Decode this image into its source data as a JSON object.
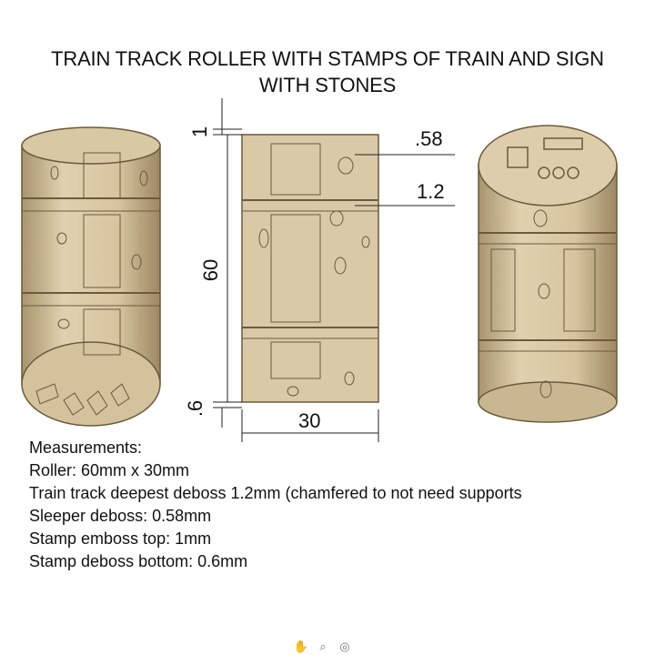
{
  "title": {
    "line1": "TRAIN TRACK ROLLER WITH STAMPS OF TRAIN AND SIGN",
    "line2": "WITH STONES"
  },
  "dimensions": {
    "top_emboss": "1",
    "sleeper_deboss": ".58",
    "track_deboss": "1.2",
    "height": "60",
    "bottom_deboss": ".6",
    "diameter": "30"
  },
  "notes": {
    "heading": "Measurements:",
    "roller": "Roller: 60mm x 30mm",
    "track": "Train track deepest deboss 1.2mm (chamfered to not need supports",
    "sleeper": "Sleeper deboss: 0.58mm",
    "stamp_top": "Stamp emboss top: 1mm",
    "stamp_bottom": "Stamp deboss bottom: 0.6mm"
  },
  "toolbar": {
    "icons": [
      "pan-hand-icon",
      "zoom-icon",
      "orbit-icon"
    ]
  },
  "colors": {
    "body": "#d9c9a6",
    "shadow": "#b5a27c",
    "outline": "#6b5a3c"
  }
}
